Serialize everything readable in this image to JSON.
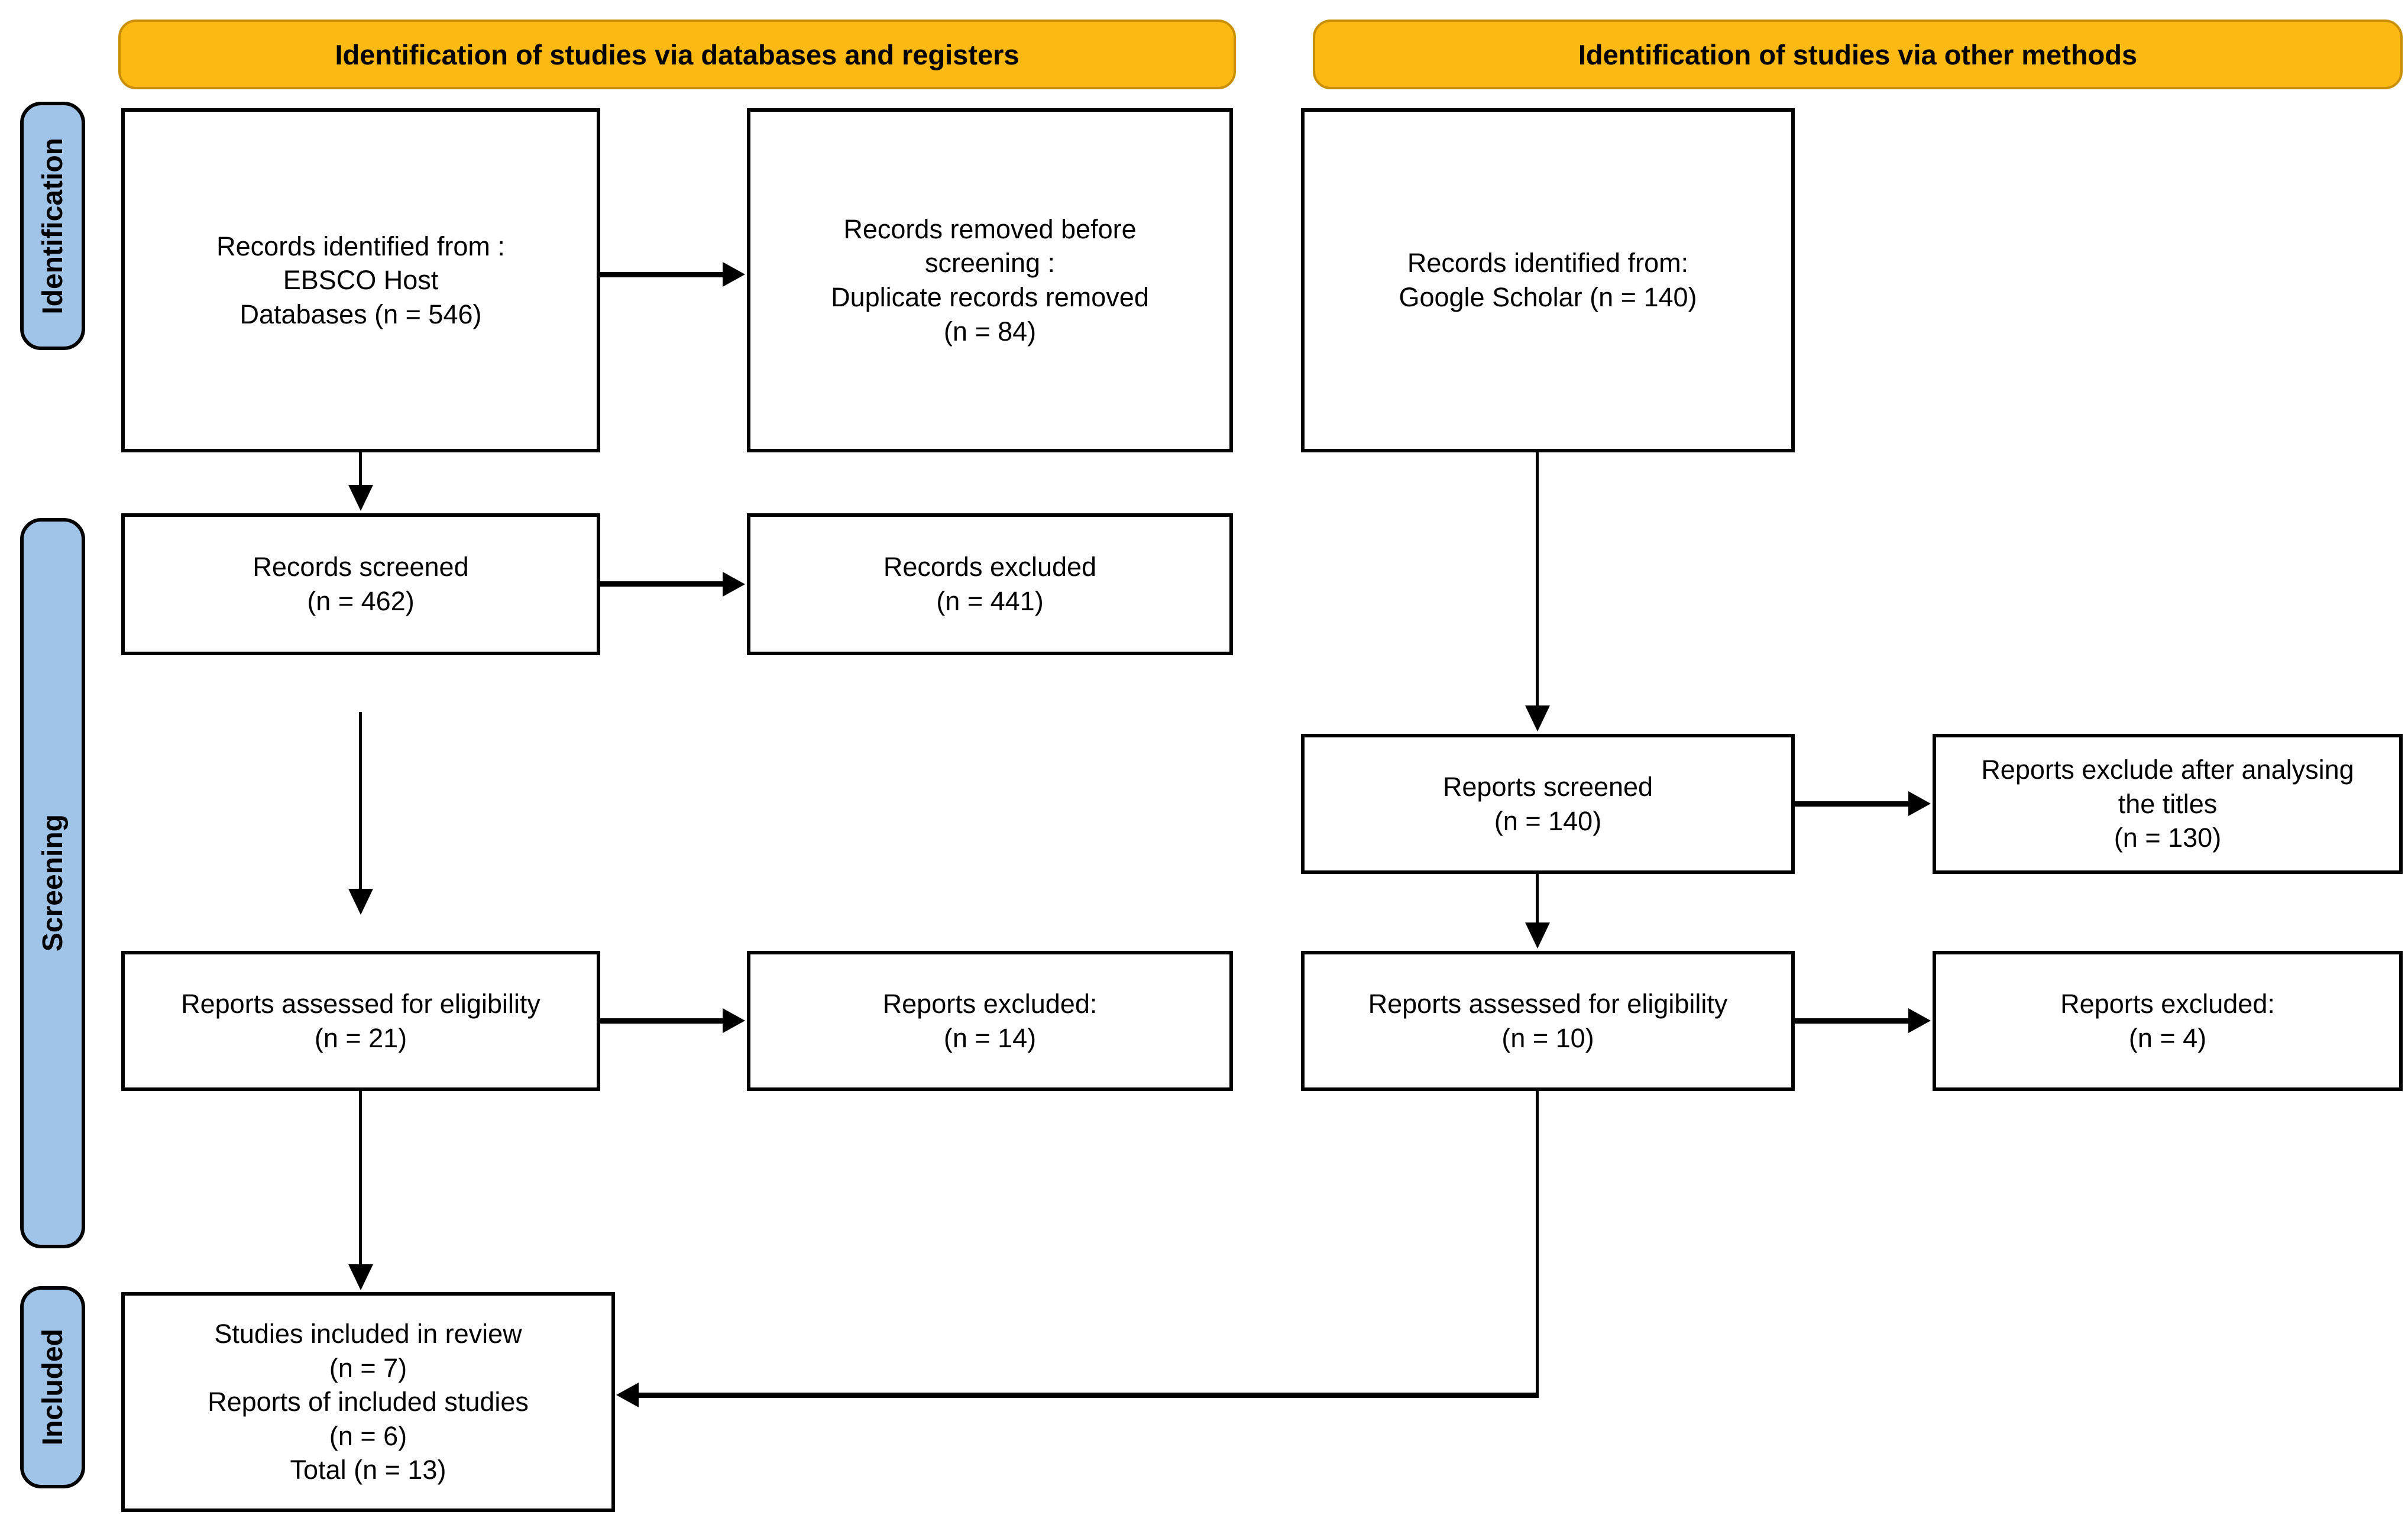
{
  "colors": {
    "background": "#FFFFFF",
    "header_bg": "#FCB813",
    "header_border": "#C98F00",
    "sidebar_bg": "#A0C4E8",
    "sidebar_border": "#000000",
    "box_border": "#000000",
    "arrow": "#000000"
  },
  "headers": {
    "databases": "Identification of studies via databases and registers",
    "other_methods": "Identification of studies via other methods"
  },
  "sidebar": {
    "identification": "Identification",
    "screening": "Screening",
    "included": "Included"
  },
  "boxes": {
    "records_identified_databases": {
      "lines": [
        "Records identified from :",
        "EBSCO Host",
        "Databases (n = 546)"
      ]
    },
    "records_removed": {
      "lines": [
        "Records removed before",
        "screening :",
        "Duplicate records removed",
        "(n = 84)"
      ]
    },
    "records_identified_other": {
      "lines": [
        "Records identified from:",
        "Google Scholar (n = 140)"
      ]
    },
    "records_screened": {
      "lines": [
        "Records screened",
        "(n = 462)"
      ]
    },
    "records_excluded": {
      "lines": [
        "Records excluded",
        "(n = 441)"
      ]
    },
    "reports_screened": {
      "lines": [
        "Reports screened",
        "(n = 140)"
      ]
    },
    "reports_excluded_titles": {
      "lines": [
        "Reports exclude after analysing",
        "the titles",
        "(n = 130)"
      ]
    },
    "reports_assessed_databases": {
      "lines": [
        "Reports assessed for eligibility",
        "(n = 21)"
      ]
    },
    "reports_excluded_databases": {
      "lines": [
        "Reports excluded:",
        "(n = 14)"
      ]
    },
    "reports_assessed_other": {
      "lines": [
        "Reports assessed for eligibility",
        "(n = 10)"
      ]
    },
    "reports_excluded_other": {
      "lines": [
        "Reports excluded:",
        "(n = 4)"
      ]
    },
    "included_studies": {
      "lines": [
        "Studies included in review",
        "(n = 7)",
        "Reports of included studies",
        "(n = 6)",
        "Total (n = 13)"
      ]
    }
  }
}
